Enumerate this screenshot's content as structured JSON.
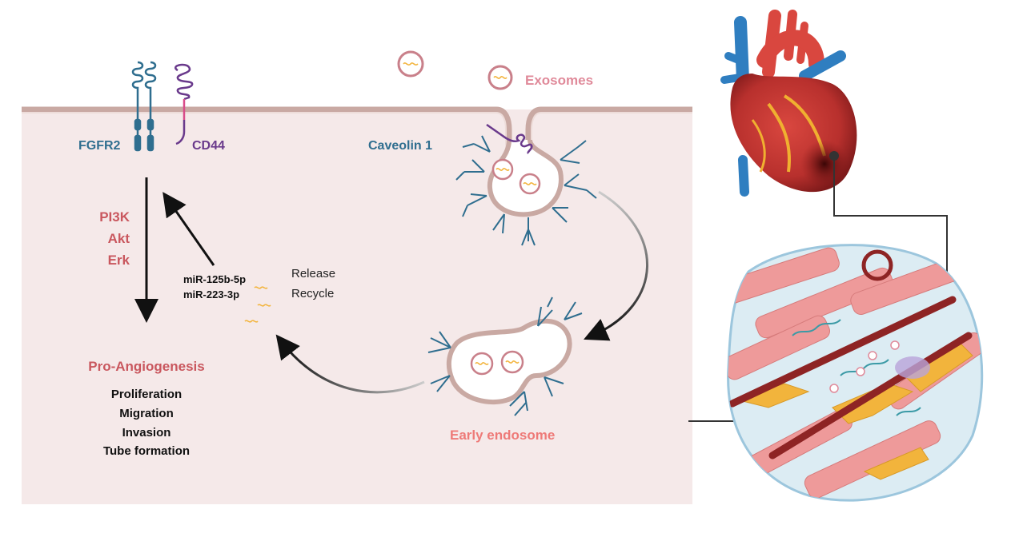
{
  "receptors": {
    "fgfr2": "FGFR2",
    "cd44": "CD44",
    "caveolin": "Caveolin 1"
  },
  "exosomes_label": "Exosomes",
  "pathway": [
    "PI3K",
    "Akt",
    "Erk"
  ],
  "mirnas": [
    "miR-125b-5p",
    "miR-223-3p"
  ],
  "fate": [
    "Release",
    "Recycle"
  ],
  "outcome": {
    "title": "Pro-Angiogenesis",
    "items": [
      "Proliferation",
      "Migration",
      "Invasion",
      "Tube formation"
    ]
  },
  "endosome_label": "Early endosome",
  "colors": {
    "cell_fill": "#f5e9e9",
    "membrane": "#c9a9a3",
    "receptor_blue": "#2f6e8f",
    "cd44_purple": "#6a3a8c",
    "pathway_red": "#c9575e",
    "exosome_pink": "#e08a9a",
    "endosome_salmon": "#ee7a78",
    "mirna_yellow": "#f3b53f"
  }
}
